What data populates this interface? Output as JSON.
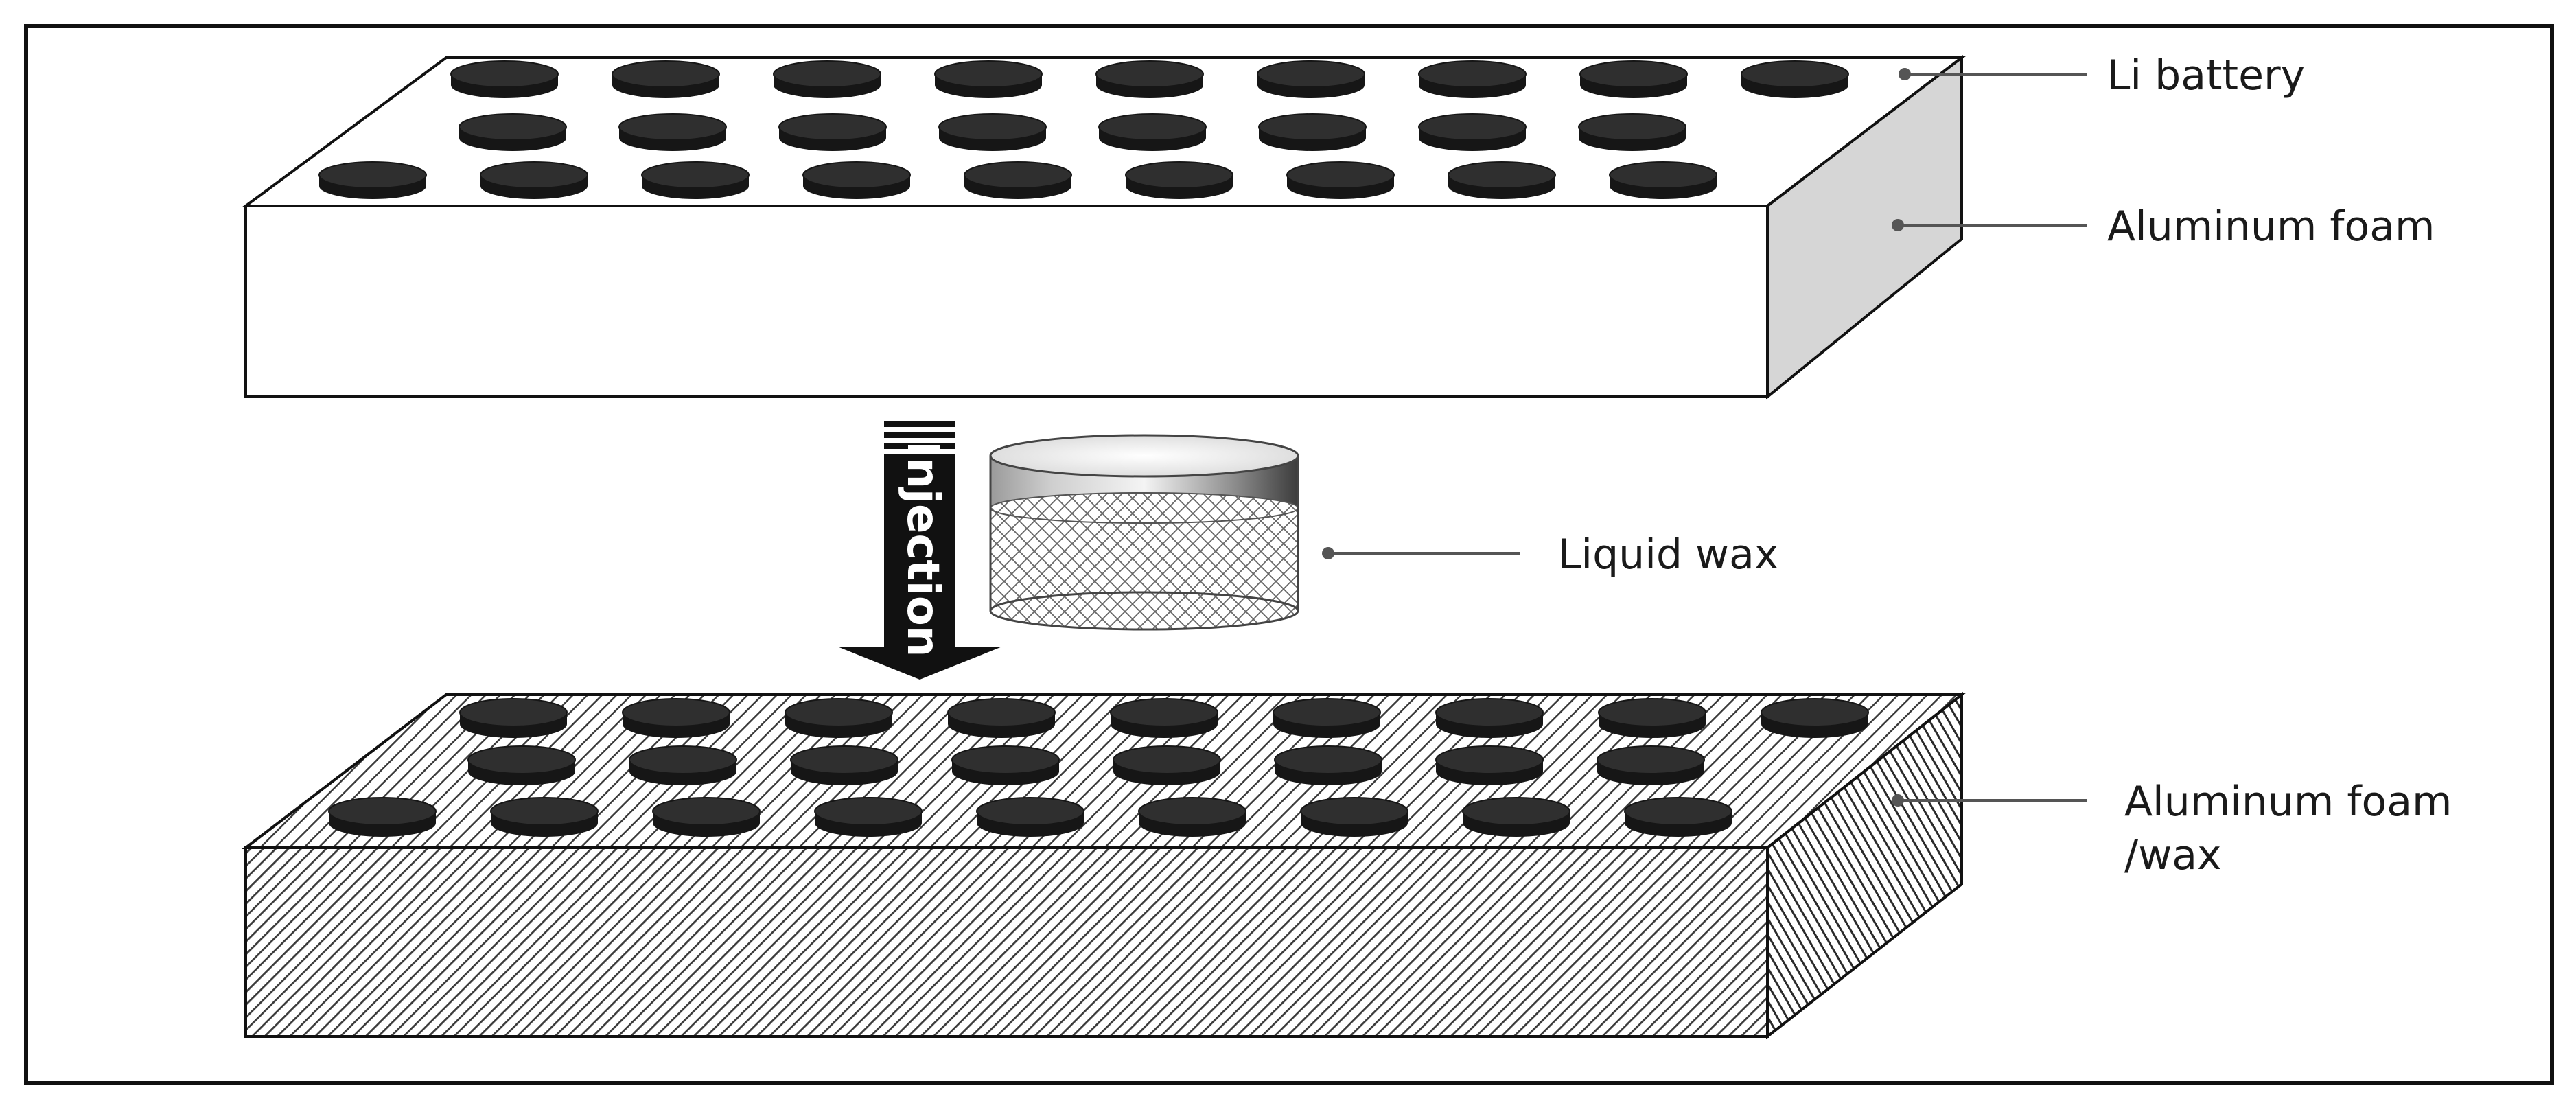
{
  "labels": {
    "li_battery": "Li battery",
    "aluminum_foam": "Aluminum foam",
    "liquid_wax": "Liquid wax",
    "aluminum_foam_wax_line1": "Aluminum foam",
    "aluminum_foam_wax_line2": "/wax",
    "injection": "Injection"
  },
  "colors": {
    "frame": "#111111",
    "block_top": "#ffffff",
    "block_side": "#d6d6d6",
    "battery": "#2f2f2f",
    "battery_edge": "#161616",
    "leader_line": "#555555",
    "arrow": "#111111",
    "hatch": "#444444"
  },
  "battery_rows": [
    9,
    8,
    9
  ]
}
